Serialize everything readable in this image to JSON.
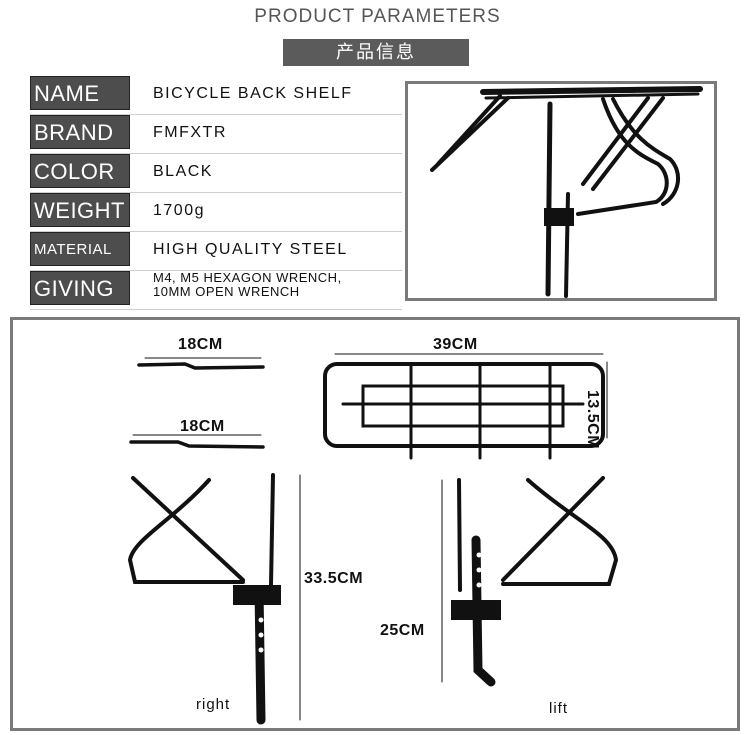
{
  "header": {
    "title": "PRODUCT PARAMETERS",
    "subtitle": "产品信息"
  },
  "params": [
    {
      "label": "NAME",
      "value": "BICYCLE BACK SHELF"
    },
    {
      "label": "BRAND",
      "value": "FMFXTR"
    },
    {
      "label": "COLOR",
      "value": "BLACK"
    },
    {
      "label": "WEIGHT",
      "value": "1700g"
    },
    {
      "label": "MATERIAL",
      "value": "HIGH QUALITY STEEL"
    },
    {
      "label": "GIVING",
      "value_line1": "M4, M5 HEXAGON WRENCH,",
      "value_line2": "10MM OPEN WRENCH"
    }
  ],
  "diagram": {
    "strut_top_length": "18CM",
    "strut_bottom_length": "18CM",
    "platform_length": "39CM",
    "platform_width": "13.5CM",
    "right_height": "33.5CM",
    "left_height": "25CM",
    "right_label": "right",
    "left_label": "lift"
  }
}
